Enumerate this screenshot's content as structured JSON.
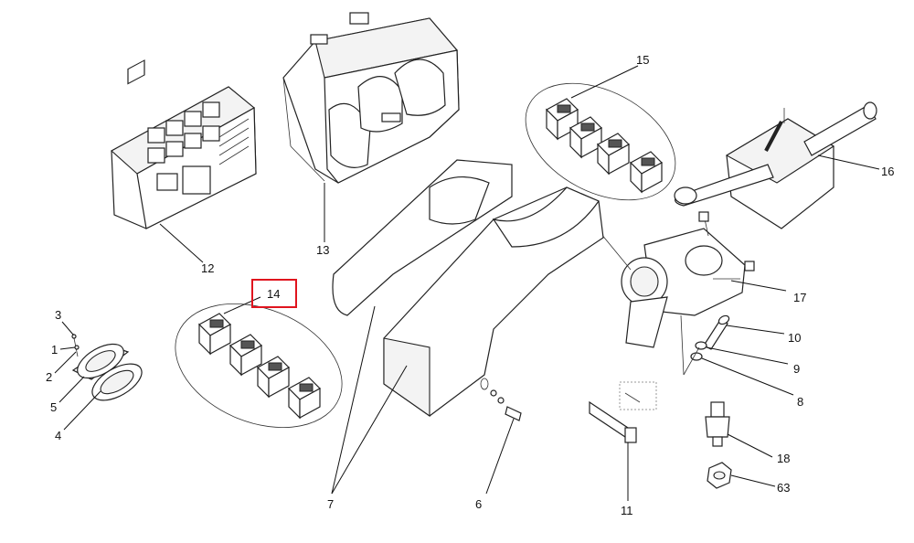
{
  "diagram": {
    "highlight_color": "#e0141e",
    "labels": {
      "p1": "1",
      "p2": "2",
      "p3": "3",
      "p4": "4",
      "p5": "5",
      "p6": "6",
      "p7": "7",
      "p8": "8",
      "p9": "9",
      "p10": "10",
      "p11": "11",
      "p12": "12",
      "p13": "13",
      "p14": "14",
      "p15": "15",
      "p16": "16",
      "p17": "17",
      "p18": "18",
      "p63": "63"
    }
  }
}
